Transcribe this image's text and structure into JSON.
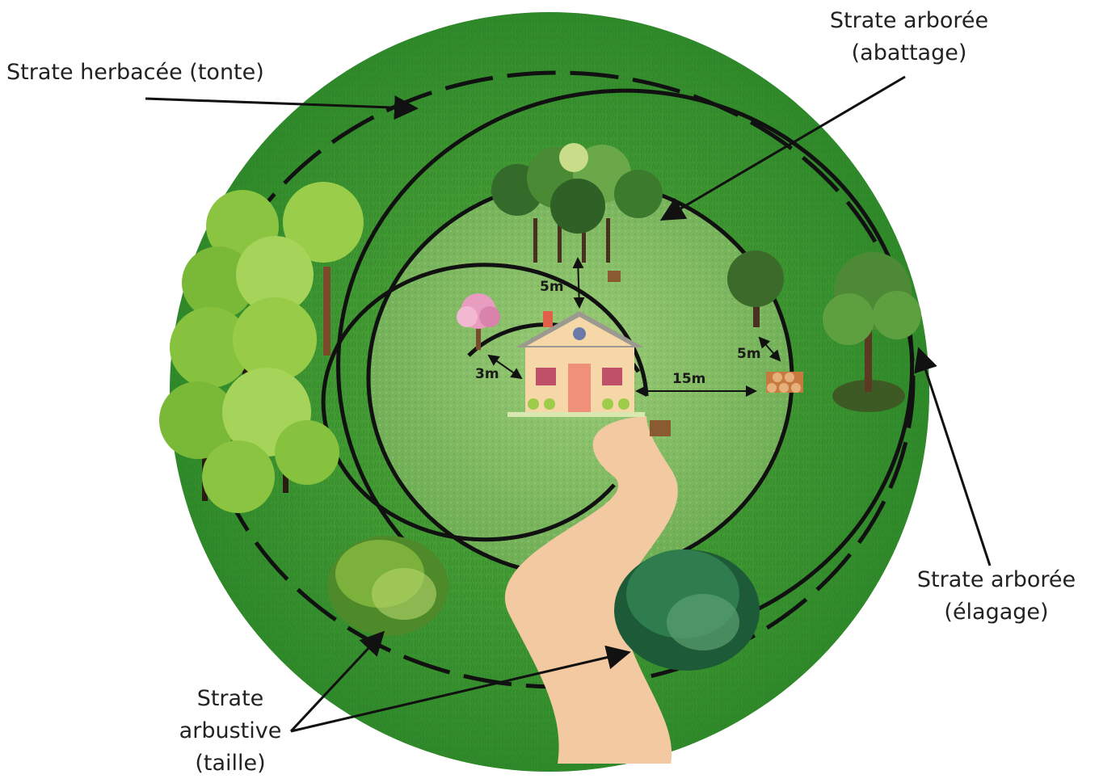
{
  "labels": {
    "herbacee": "Strate herbacée (tonte)",
    "arboree_abattage": [
      "Strate arborée",
      "(abattage)"
    ],
    "arboree_elagage": [
      "Strate arborée",
      "(élagage)"
    ],
    "arbustive": [
      "Strate",
      "arbustive",
      "(taille)"
    ]
  },
  "distances": {
    "house_to_trees": "5m",
    "house_to_small_tree": "3m",
    "house_to_woodpile": "15m",
    "tree_to_woodpile": "5m"
  },
  "colors": {
    "outer_grass": "#3f9a35",
    "inner_lawn": "#7cb862",
    "path": "#f2c9a0",
    "house_wall": "#f6d7a8",
    "roof": "#9c9a90",
    "door": "#f0907a",
    "ring_line": "#111111"
  }
}
